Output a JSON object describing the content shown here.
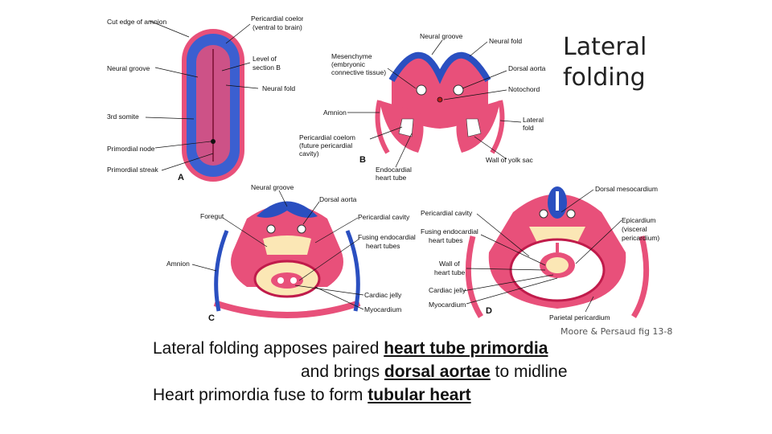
{
  "title": "Lateral folding",
  "citation": "Moore & Persaud fig 13-8",
  "panels": {
    "a": {
      "letter": "A",
      "labels": [
        "Cut edge of amnion",
        "Pericardial coelom",
        "(ventral to brain)",
        "Level of",
        "section B",
        "Neural groove",
        "Neural fold",
        "3rd somite",
        "Primordial node",
        "Primordial streak"
      ]
    },
    "b": {
      "letter": "B",
      "labels": [
        "Neural groove",
        "Neural fold",
        "Mesenchyme",
        "(embryonic",
        "connective tissue)",
        "Dorsal aorta",
        "Notochord",
        "Amnion",
        "Lateral",
        "fold",
        "Pericardial coelom",
        "(future pericardial",
        "cavity)",
        "Endocardial",
        "heart tube",
        "Wall of yolk sac"
      ]
    },
    "c": {
      "letter": "C",
      "labels": [
        "Neural groove",
        "Dorsal aorta",
        "Foregut",
        "Pericardial cavity",
        "Fusing endocardial",
        "heart tubes",
        "Amnion",
        "Cardiac jelly",
        "Myocardium"
      ]
    },
    "d": {
      "letter": "D",
      "labels": [
        "Dorsal mesocardium",
        "Pericardial cavity",
        "Fusing endocardial",
        "heart tubes",
        "Epicardium",
        "(visceral",
        "pericardium)",
        "Wall of",
        "heart tube",
        "Cardiac jelly",
        "Myocardium",
        "Parietal pericardium"
      ]
    }
  },
  "caption": {
    "line1": {
      "text": "Lateral folding apposes paired ",
      "bold": "heart tube primordia"
    },
    "line2": {
      "text": "and brings ",
      "bold": "dorsal aortae",
      "tail": " to midline"
    },
    "line3": {
      "text": "Heart primordia  fuse to form ",
      "bold": "tubular heart"
    }
  },
  "colors": {
    "tissue": "#e8507a",
    "ectoderm": "#2a4fc0",
    "light": "#fbe7b5",
    "cavity": "#ffffff"
  }
}
